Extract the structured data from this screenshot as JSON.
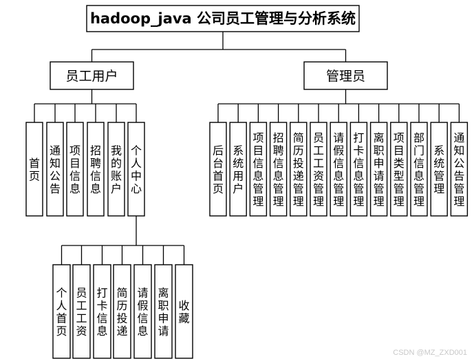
{
  "title": "hadoop_java 公司员工管理与分析系统",
  "roles": [
    {
      "label": "员工用户",
      "children": [
        {
          "label": "首页"
        },
        {
          "label": "通知公告"
        },
        {
          "label": "项目信息"
        },
        {
          "label": "招聘信息"
        },
        {
          "label": "我的账户"
        },
        {
          "label": "个人中心",
          "children": [
            {
              "label": "个人首页"
            },
            {
              "label": "员工工资"
            },
            {
              "label": "打卡信息"
            },
            {
              "label": "简历投递"
            },
            {
              "label": "请假信息"
            },
            {
              "label": "离职申请"
            },
            {
              "label": "收藏"
            }
          ]
        }
      ]
    },
    {
      "label": "管理员",
      "children": [
        {
          "label": "后台首页"
        },
        {
          "label": "系统用户"
        },
        {
          "label": "项目信息管理"
        },
        {
          "label": "招聘信息管理"
        },
        {
          "label": "简历投递管理"
        },
        {
          "label": "员工工资管理"
        },
        {
          "label": "请假信息管理"
        },
        {
          "label": "打卡信息管理"
        },
        {
          "label": "离职申请管理"
        },
        {
          "label": "项目类型管理"
        },
        {
          "label": "部门信息管理"
        },
        {
          "label": "系统管理"
        },
        {
          "label": "通知公告管理"
        }
      ]
    }
  ],
  "watermark": "CSDN @MZ_ZXD001"
}
